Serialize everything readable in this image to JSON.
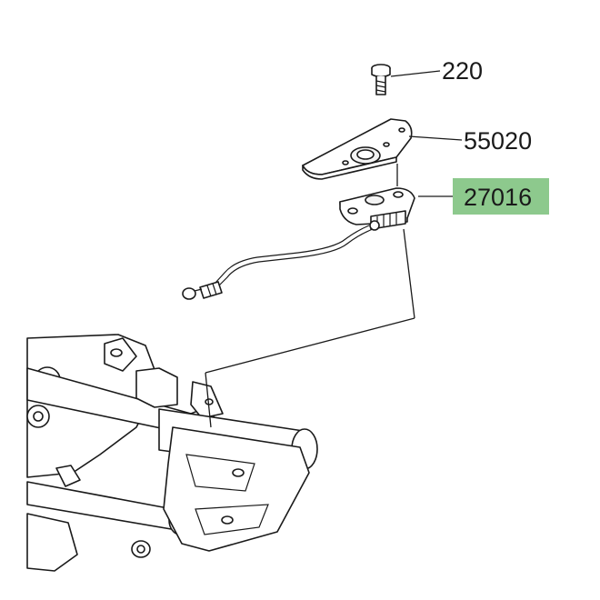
{
  "callouts": [
    {
      "id": "bolt",
      "label": "220",
      "highlighted": false
    },
    {
      "id": "cover-plate",
      "label": "55020",
      "highlighted": false
    },
    {
      "id": "sensor-bracket",
      "label": "27016",
      "highlighted": true
    }
  ],
  "colors": {
    "highlight": "#8dc98d",
    "line": "#1a1a1a",
    "background": "#ffffff"
  }
}
